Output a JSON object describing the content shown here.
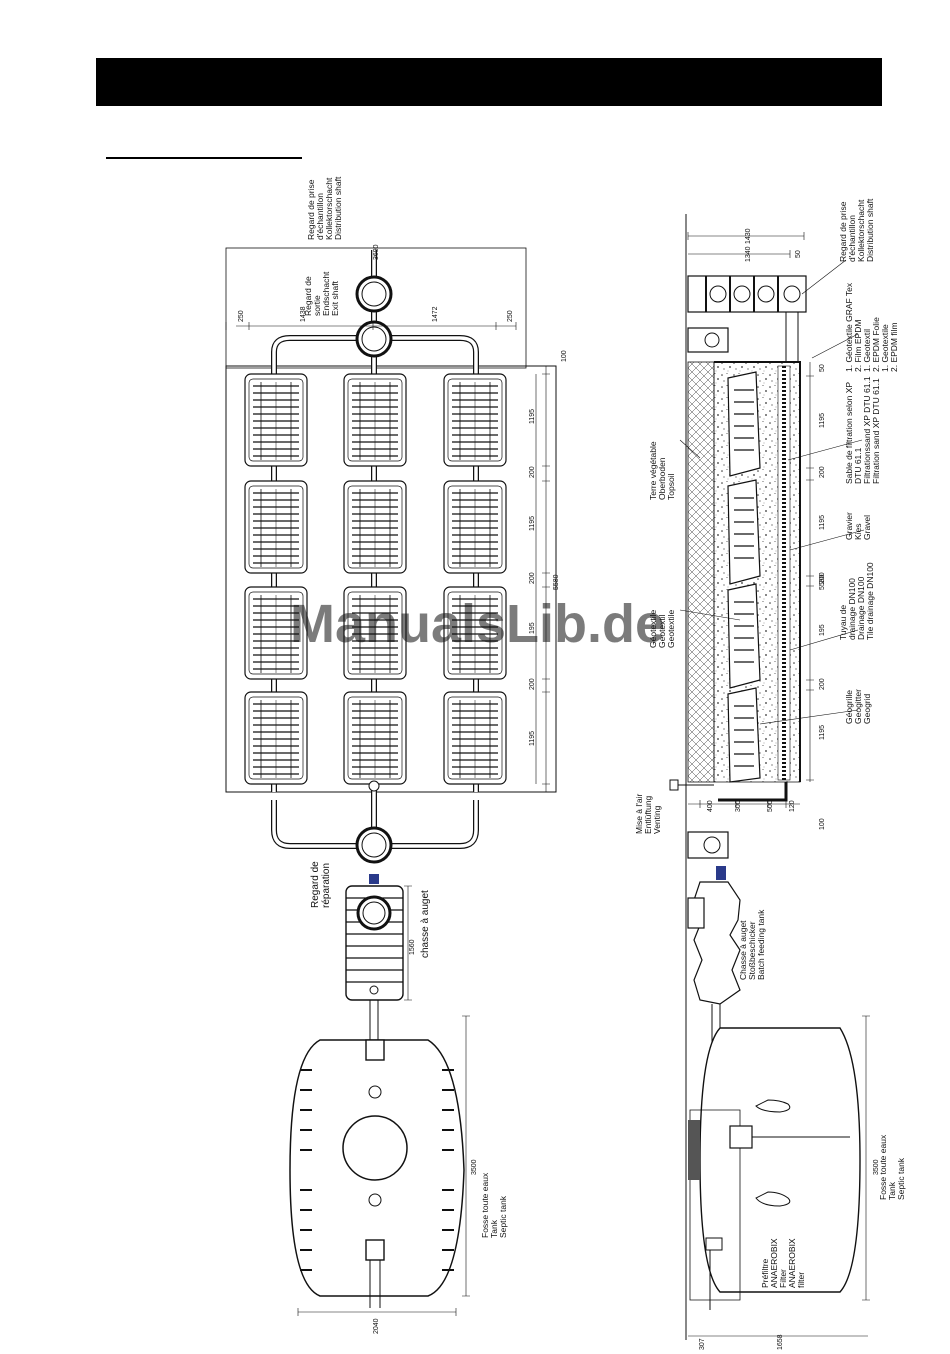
{
  "watermark": "ManualsLib.de",
  "plan": {
    "labels": {
      "distribution_shaft": [
        "Regard de prise",
        "d'échantillon",
        "Kollektorschacht",
        "Distribution shaft"
      ],
      "exit_shaft": [
        "Regard de",
        "sortie",
        "Endschacht",
        "Exit shaft"
      ],
      "repair_shaft": [
        "Regard de",
        "réparation"
      ],
      "batch_feeder": "chasse à auget",
      "septic_tank": [
        "Fosse toute eaux",
        "Tank",
        "Septic tank"
      ]
    },
    "dims": {
      "top_offset": "3690",
      "left_margin": "250",
      "left_width": "1438",
      "right_width": "1472",
      "right_margin": "250",
      "top_gap": "100",
      "module_1": "1195",
      "gap_1": "200",
      "module_2": "1195",
      "gap_2": "200",
      "module_3": "195",
      "gap_3": "200",
      "module_4": "1195",
      "total_length": "5580",
      "feeder_length": "1560",
      "tank_length": "3500",
      "tank_width": "2040"
    }
  },
  "section": {
    "labels": {
      "distribution_shaft": [
        "Regard de prise",
        "d'échantillon",
        "Kollektorschacht",
        "Distribution shaft"
      ],
      "geotextile_layers": [
        "1. Géotextile GRAF Tex",
        "2. Film EPDM",
        "1. Geotextil",
        "2. EPDM Folie",
        "1. Geotextile",
        "2. EPDM film"
      ],
      "topsoil": [
        "Terre végétable",
        "Oberboden",
        "Topsoil"
      ],
      "filtration_sand": [
        "Sable de filtration selon XP",
        "DTU 61.1",
        "Filtrationssand XP DTU 61.1",
        "Filtration sand XP DTU 61.1"
      ],
      "geotextile": [
        "Géotextile",
        "Geotextil",
        "Geotextile"
      ],
      "gravel": [
        "Gravier",
        "Kies",
        "Gravel"
      ],
      "drainage_pipe": [
        "Tuyau de",
        "drainage DN100",
        "Drainage DN100",
        "Tile drainage DN100"
      ],
      "geogrid": [
        "Géogrille",
        "Geogitter",
        "Geogrid"
      ],
      "venting": [
        "Mise à l'air",
        "Entlüftung",
        "Venting"
      ],
      "batch_feeder": [
        "Chasse à auget",
        "Stoßbeschicker",
        "Batch feeding tank"
      ],
      "prefilter": [
        "Préfiltre",
        "ANAEROBIX",
        "Filter",
        "ANAEROBIX",
        "filter"
      ],
      "septic_tank": [
        "Fosse toute eaux",
        "Tank",
        "Septic tank"
      ]
    },
    "dims": {
      "h1": "1340",
      "h2": "1430",
      "shaft_offset": "50",
      "d400": "400",
      "d300": "300",
      "d500": "500",
      "d120": "120",
      "d100": "100",
      "s_top": "5580",
      "s_1195_a": "1195",
      "s_200_a": "200",
      "s_1195_b": "1195",
      "s_200_b": "200",
      "s_195": "195",
      "s_200_c": "200",
      "s_1195_c": "1195",
      "s_small": "50",
      "tank_len": "3500",
      "d307": "307",
      "d1658": "1658"
    }
  }
}
